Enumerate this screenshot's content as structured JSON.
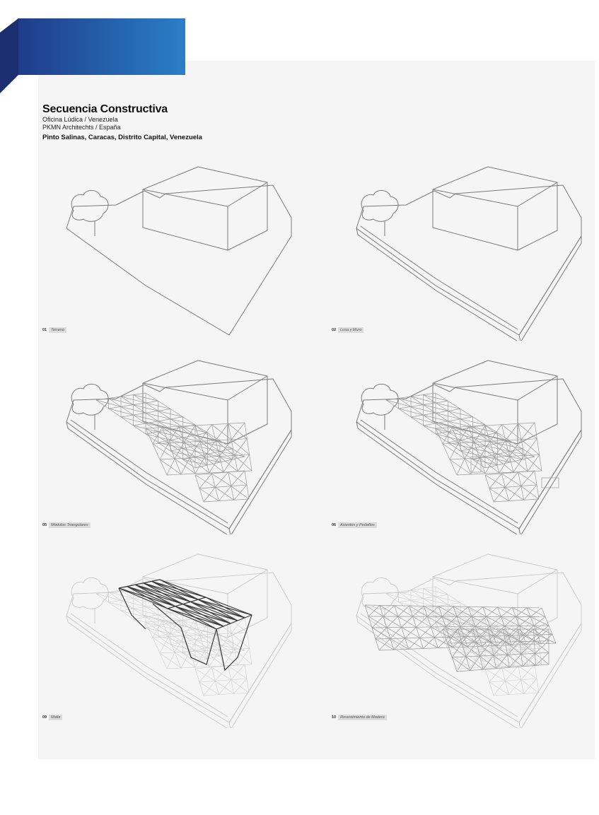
{
  "header": {
    "title": "Secuencia Constructiva",
    "line1": "Oficina Lúdica / Venezuela",
    "line2": "PKMN Architechts / España",
    "location": "Pinto Salinas, Caracas, Distrito Capital, Venezuela"
  },
  "colors": {
    "banner_dark": "#1f3c8a",
    "banner_light": "#2a7fc7",
    "line": "#7a7a7a"
  },
  "panels": [
    {
      "num": "01",
      "label": "Terreno"
    },
    {
      "num": "02",
      "label": "Losa y Muro"
    },
    {
      "num": "05",
      "label": "Módulos Triangulares"
    },
    {
      "num": "06",
      "label": "Asientos y Pedaños"
    },
    {
      "num": "09",
      "label": "Malla"
    },
    {
      "num": "10",
      "label": "Revestimiento de Madera"
    }
  ]
}
